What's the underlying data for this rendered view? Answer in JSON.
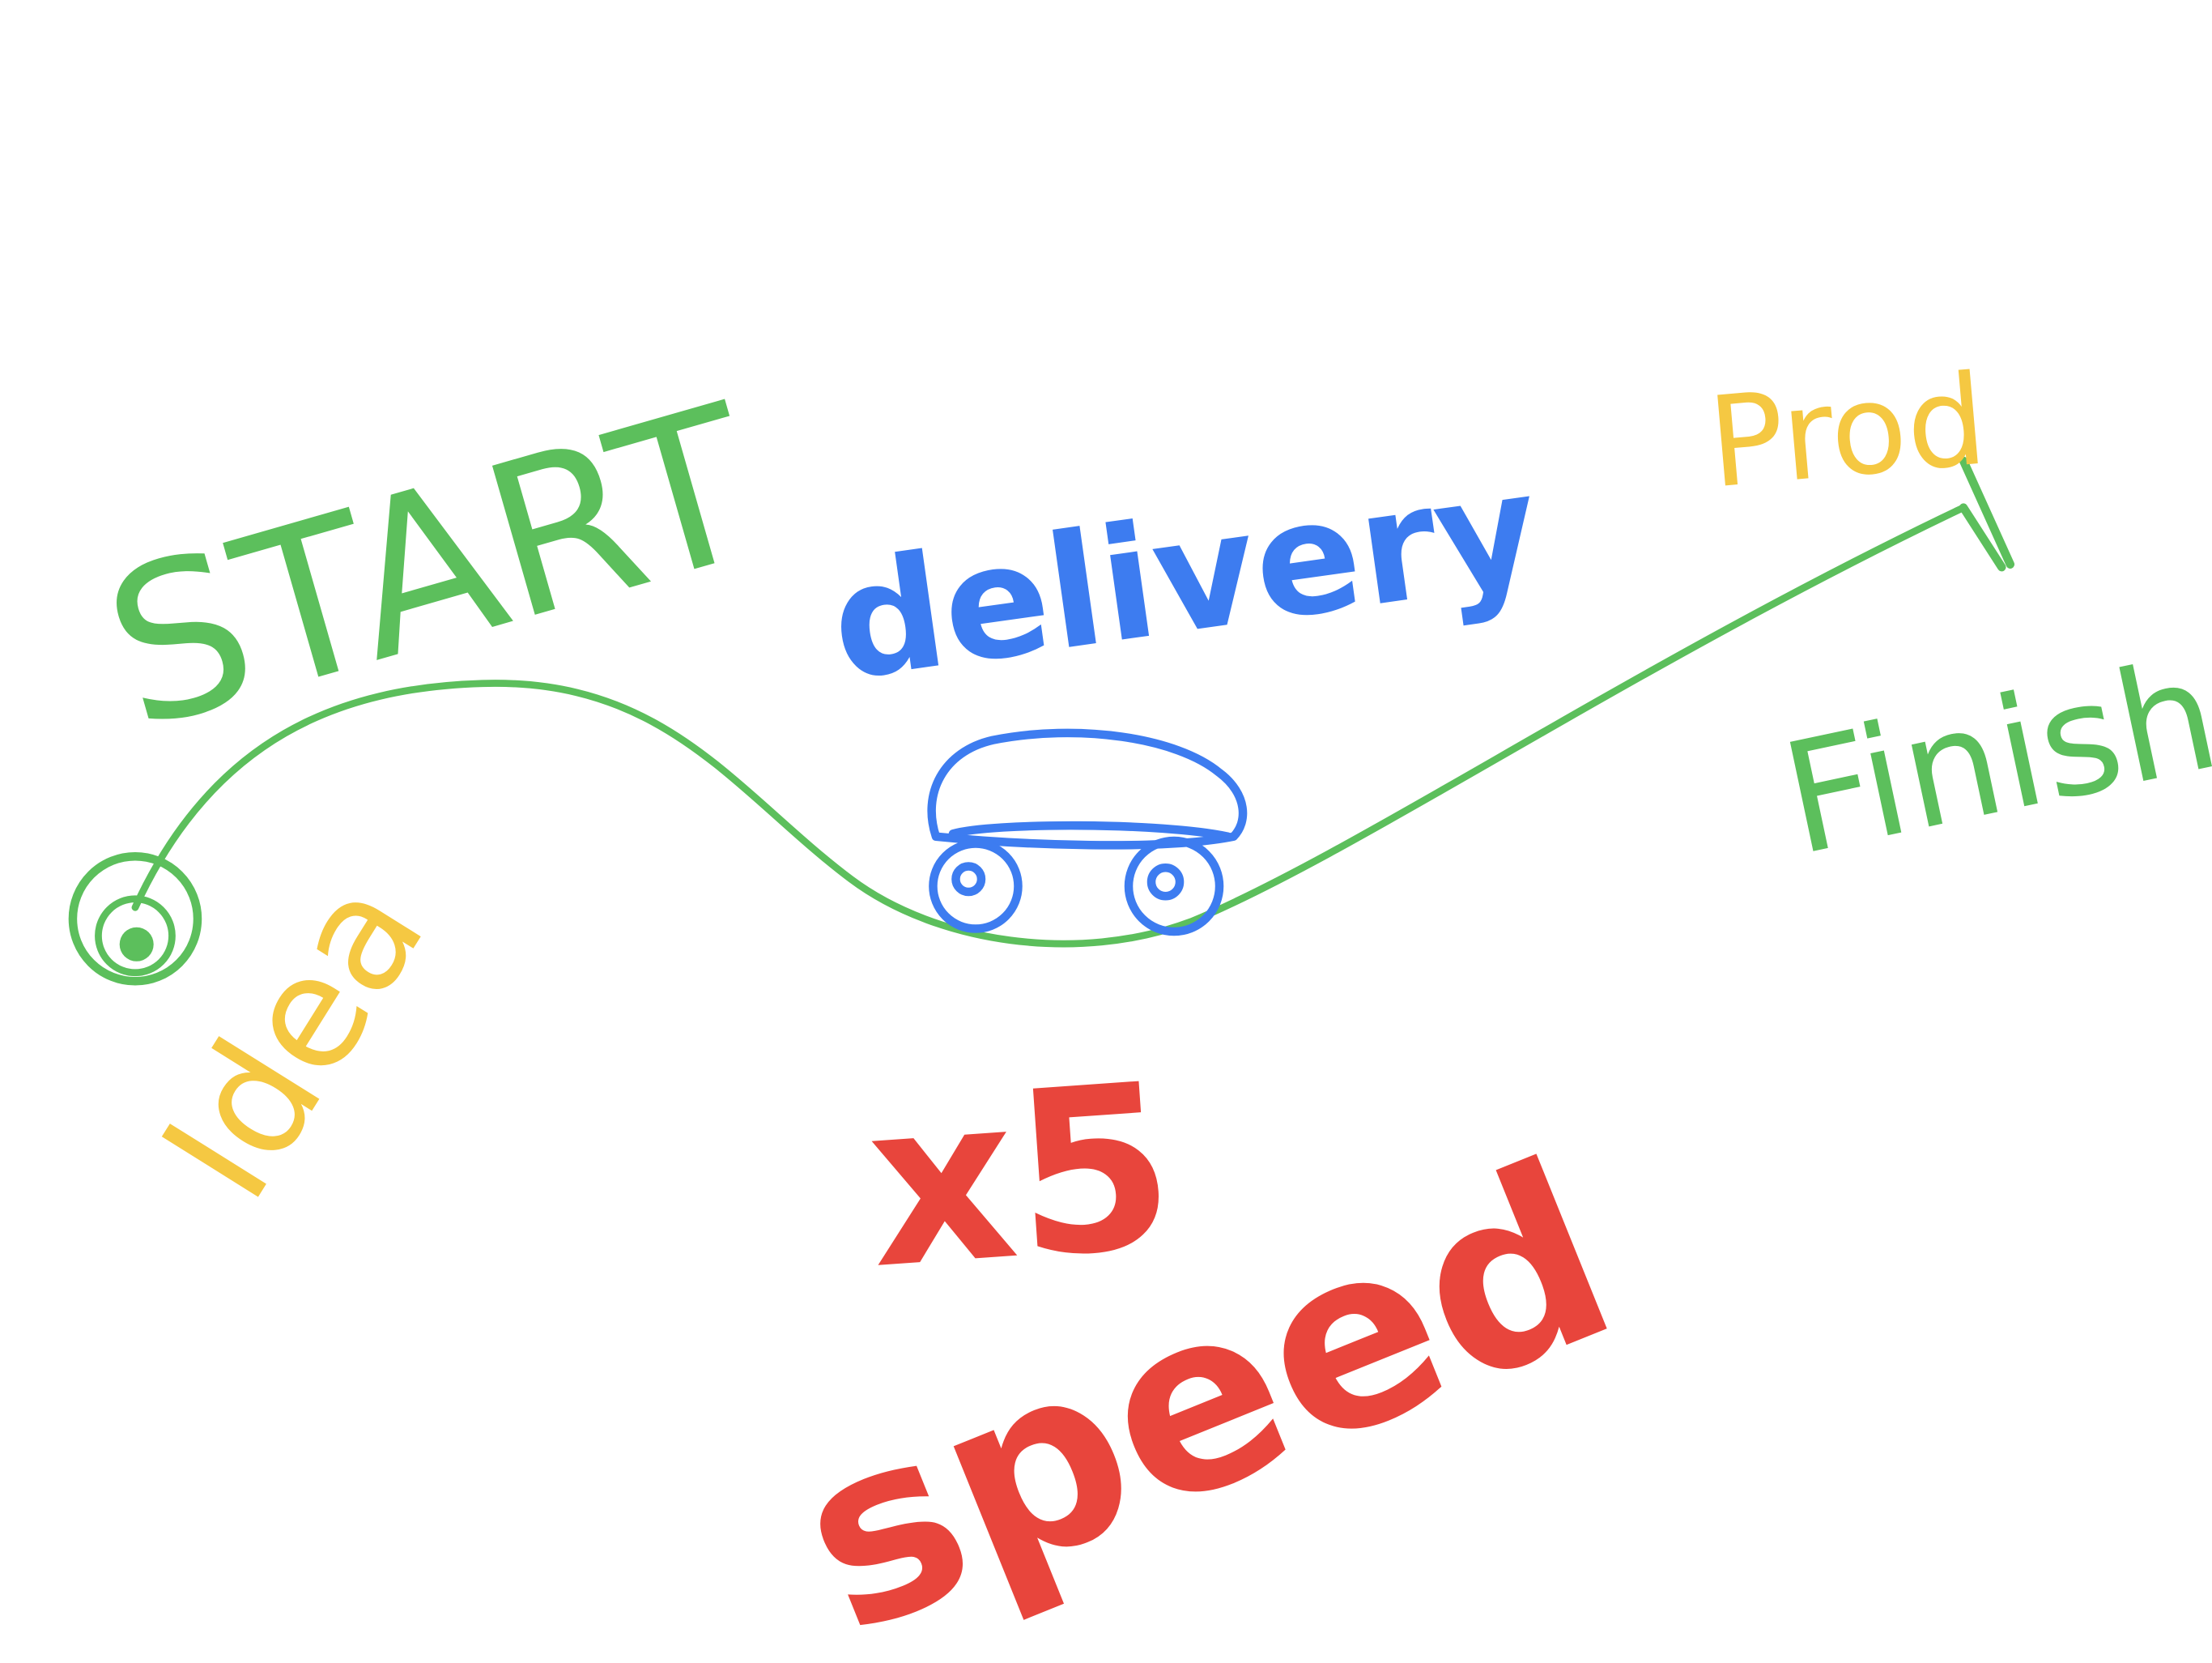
{
  "labels": {
    "start": "START",
    "idea": "Idea",
    "delivery": "delivery",
    "prod": "Prod",
    "finish": "Finish",
    "multiplier": "x5",
    "speed": "speed"
  },
  "colors": {
    "green": "#5cbf5c",
    "blue": "#3d7cf0",
    "yellow": "#f5c842",
    "red": "#e8453c",
    "background": "#ffffff"
  },
  "icons": {
    "start_marker": "target-circle",
    "vehicle": "car-icon",
    "finish_marker": "finish-tick"
  }
}
